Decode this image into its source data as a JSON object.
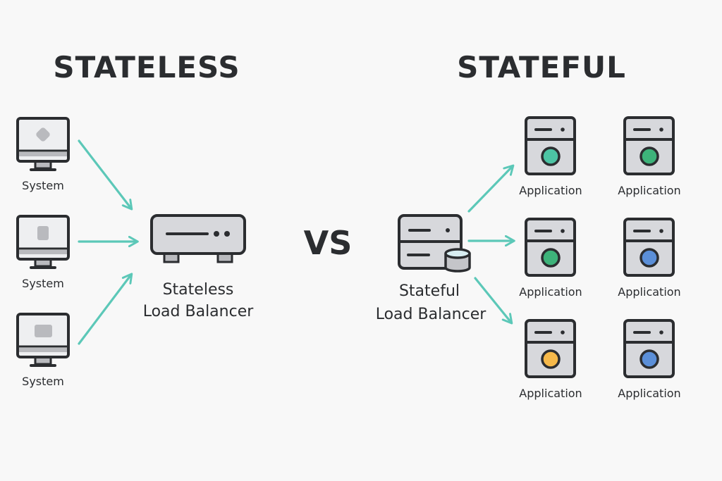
{
  "left": {
    "title": "STATELESS",
    "systems": [
      {
        "label": "System",
        "screen_shape": "diamond"
      },
      {
        "label": "System",
        "screen_shape": "square"
      },
      {
        "label": "System",
        "screen_shape": "rounded-rect"
      }
    ],
    "balancer": {
      "line1": "Stateless",
      "line2": "Load Balancer"
    }
  },
  "center": {
    "vs": "VS"
  },
  "right": {
    "title": "STATEFUL",
    "balancer": {
      "line1": "Stateful",
      "line2": "Load Balancer"
    },
    "applications": [
      {
        "label": "Application",
        "color": "#4cc4a4"
      },
      {
        "label": "Application",
        "color": "#3db37a"
      },
      {
        "label": "Application",
        "color": "#3db37a"
      },
      {
        "label": "Application",
        "color": "#5b8fd8"
      },
      {
        "label": "Application",
        "color": "#f6b94a"
      },
      {
        "label": "Application",
        "color": "#5b8fd8"
      }
    ]
  },
  "colors": {
    "arrow": "#5cc8b8",
    "outline": "#2b2d30",
    "fill": "#d7d8dc",
    "screen": "#eeeff1"
  }
}
